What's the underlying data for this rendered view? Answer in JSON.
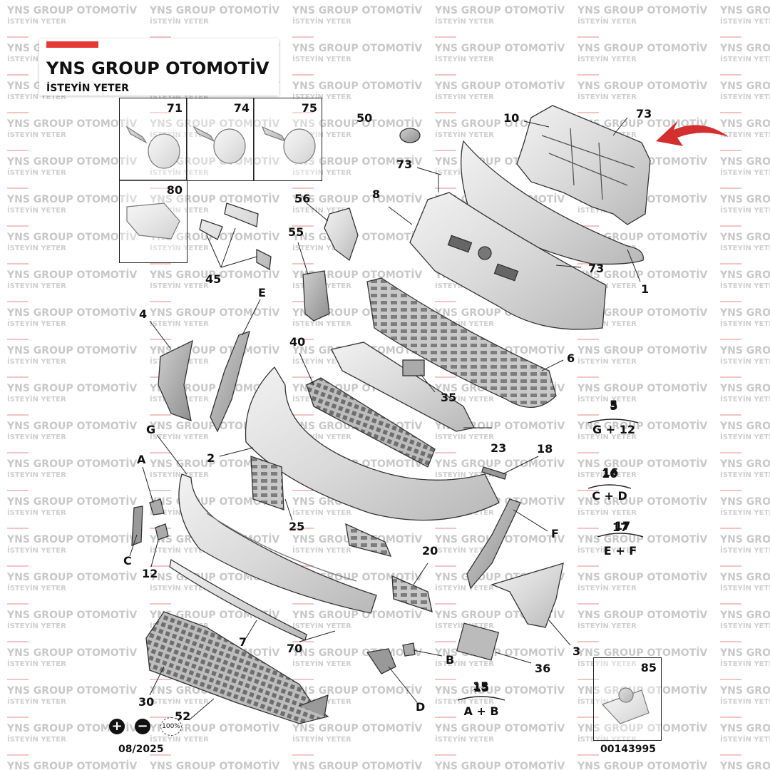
{
  "brand": {
    "title": "YNS GROUP OTOMOTİV",
    "subtitle": "İSTEYİN YETER",
    "accent_color": "#e53935"
  },
  "watermark": {
    "line1": "YNS GROUP OTOMOTİV",
    "line2": "İSTEYİN YETER"
  },
  "insets": [
    {
      "number": "71",
      "icon": "flange-bolt-icon"
    },
    {
      "number": "74",
      "icon": "flange-bolt-icon"
    },
    {
      "number": "75",
      "icon": "flange-bolt-icon"
    },
    {
      "number": "80",
      "icon": "plastic-clip-icon"
    },
    {
      "number": "85",
      "icon": "clip-nut-icon"
    }
  ],
  "callouts": [
    "10",
    "73",
    "50",
    "73",
    "8",
    "56",
    "55",
    "45",
    "73",
    "1",
    "E",
    "4",
    "40",
    "6",
    "35",
    "5",
    "G",
    "2",
    "23",
    "18",
    "A",
    "16",
    "25",
    "F",
    "C",
    "12",
    "20",
    "17",
    "7",
    "70",
    "3",
    "B",
    "30",
    "36",
    "15",
    "D",
    "52"
  ],
  "groups": [
    {
      "number": "5",
      "parts": "G + 12"
    },
    {
      "number": "16",
      "parts": "C + D"
    },
    {
      "number": "17",
      "parts": "E + F"
    },
    {
      "number": "15",
      "parts": "A + B"
    }
  ],
  "controls": {
    "zoom_in": "+",
    "zoom_out": "−",
    "zoom_level": "100%"
  },
  "footer": {
    "date": "08/2025",
    "reference": "00143995"
  },
  "arrow_color": "#d32f2f"
}
